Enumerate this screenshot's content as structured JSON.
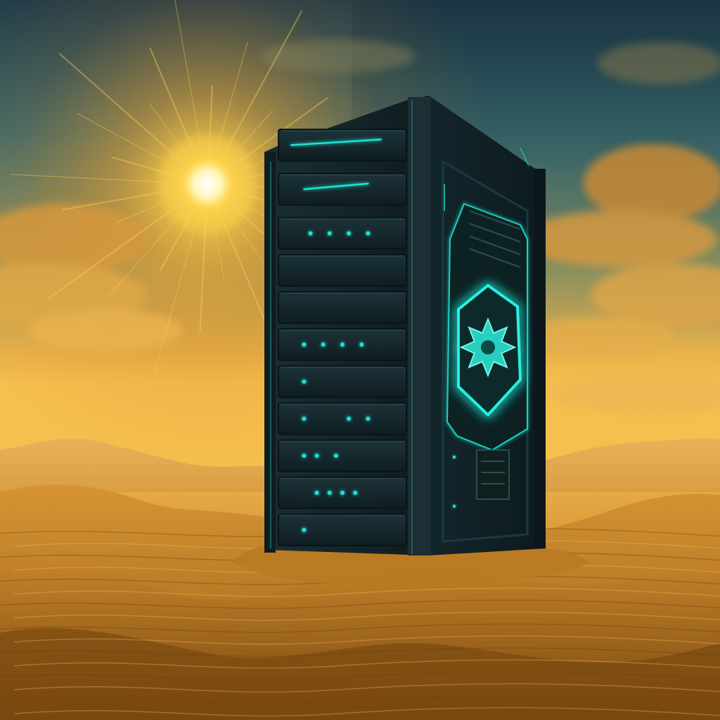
{
  "scene": {
    "subject": "server-tower",
    "setting": "desert-dunes",
    "sun_visible": true,
    "rack_units": 11,
    "emblem_icon": "hexagon-gear-icon"
  },
  "colors": {
    "sky_top": "#1f3d4d",
    "sky_mid": "#3d6b6e",
    "sky_glow": "#e8b04a",
    "horizon": "#f2b94c",
    "sun_core": "#fffbe0",
    "sun_halo": "#ffc636",
    "cloud": "#d99a3a",
    "sand_light": "#e2a740",
    "sand_mid": "#c98524",
    "sand_dark": "#7a4a12",
    "tower_body": "#15242a",
    "tower_edge": "#0a1418",
    "glow": "#1fe3d6"
  }
}
